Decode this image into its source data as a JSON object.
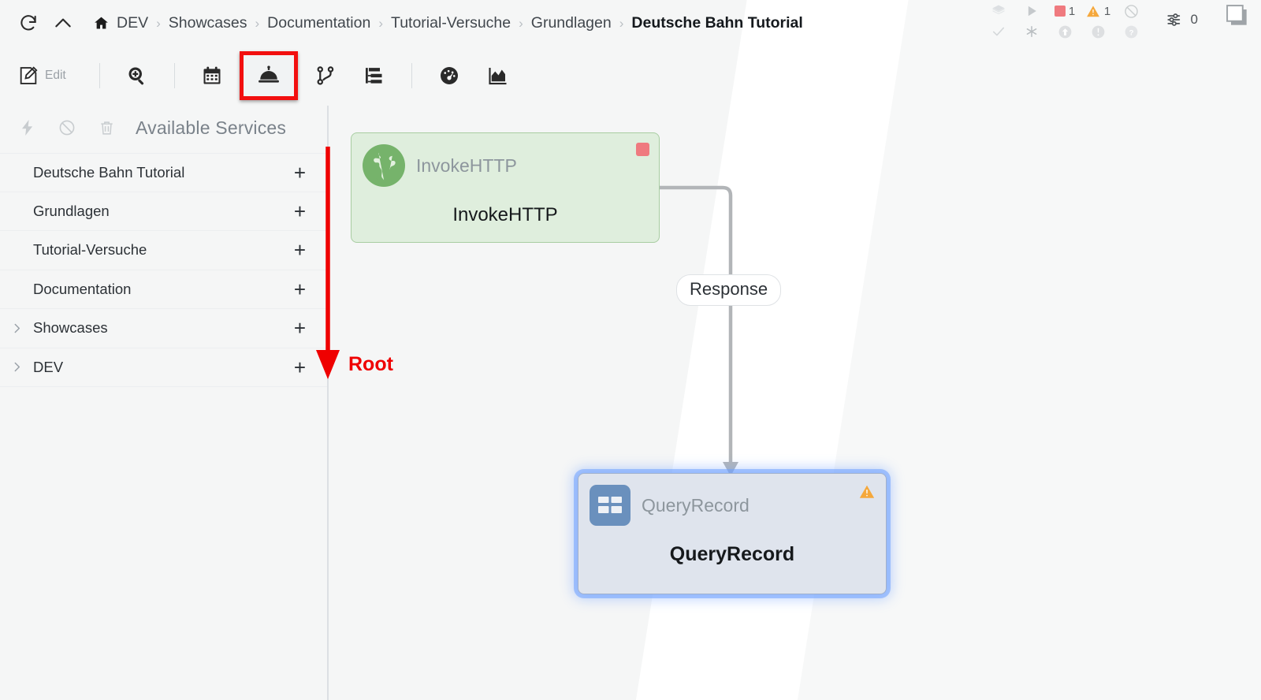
{
  "window": {
    "title": "Deutsche Bahn Tutorial"
  },
  "breadcrumb": {
    "home_icon": "home-icon",
    "refresh_icon": "refresh-icon",
    "collapse_icon": "chevron-up-icon",
    "separator": "›",
    "items": [
      {
        "label": "DEV",
        "current": false
      },
      {
        "label": "Showcases",
        "current": false
      },
      {
        "label": "Documentation",
        "current": false
      },
      {
        "label": "Tutorial-Versuche",
        "current": false
      },
      {
        "label": "Grundlagen",
        "current": false
      },
      {
        "label": "Deutsche Bahn Tutorial",
        "current": true
      }
    ]
  },
  "status_bar": {
    "row1": [
      {
        "name": "layers-icon",
        "icon": "layers",
        "count": ""
      },
      {
        "name": "play-icon",
        "icon": "play",
        "count": ""
      },
      {
        "name": "stopped-count",
        "icon": "red-square",
        "count": "1"
      },
      {
        "name": "warning-count",
        "icon": "warning-triangle",
        "count": "1"
      },
      {
        "name": "disabled-icon",
        "icon": "prohibited",
        "count": ""
      }
    ],
    "row2": [
      {
        "name": "check-icon",
        "icon": "check",
        "count": ""
      },
      {
        "name": "asterisk-icon",
        "icon": "asterisk",
        "count": ""
      },
      {
        "name": "uploaded-icon",
        "icon": "arrow-up-circle",
        "count": ""
      },
      {
        "name": "info-icon",
        "icon": "exclamation-circle",
        "count": ""
      },
      {
        "name": "help-icon",
        "icon": "question-circle",
        "count": ""
      }
    ],
    "settings_count": "0",
    "settings_icon": "sliders-icon",
    "copy_icon": "copy-squares-icon"
  },
  "toolbar": {
    "edit_label": "Edit",
    "buttons": [
      {
        "name": "edit-button",
        "icon": "pencil-document-icon",
        "label": "Edit",
        "active": false
      },
      {
        "name": "zoom-in-button",
        "icon": "magnifier-plus-icon",
        "label": "",
        "active": false
      },
      {
        "name": "calendar-button",
        "icon": "calendar-icon",
        "label": "",
        "active": false
      },
      {
        "name": "services-button",
        "icon": "service-bell-icon",
        "label": "",
        "active": true
      },
      {
        "name": "version-control-button",
        "icon": "git-branch-icon",
        "label": "",
        "active": false
      },
      {
        "name": "hierarchy-button",
        "icon": "hierarchy-list-icon",
        "label": "",
        "active": false
      },
      {
        "name": "gauge-button",
        "icon": "gauge-icon",
        "label": "",
        "active": false
      },
      {
        "name": "chart-button",
        "icon": "area-chart-icon",
        "label": "",
        "active": false
      }
    ]
  },
  "sidebar": {
    "title": "Available Services",
    "header_icons": [
      {
        "name": "enable-all-icon",
        "icon": "lightning-bolt"
      },
      {
        "name": "disable-all-icon",
        "icon": "prohibited"
      },
      {
        "name": "delete-icon",
        "icon": "trash-can"
      }
    ],
    "add_symbol": "+",
    "chevron_symbol": "›",
    "rows": [
      {
        "label": "Deutsche Bahn Tutorial",
        "expandable": false
      },
      {
        "label": "Grundlagen",
        "expandable": false
      },
      {
        "label": "Tutorial-Versuche",
        "expandable": false
      },
      {
        "label": "Documentation",
        "expandable": false
      },
      {
        "label": "Showcases",
        "expandable": true
      },
      {
        "label": "DEV",
        "expandable": true
      }
    ]
  },
  "canvas": {
    "nodes": [
      {
        "name": "invokehttp-node",
        "type_label": "InvokeHTTP",
        "title": "InvokeHTTP",
        "icon": "globe-icon",
        "status_badge": "stopped-square",
        "selected": false
      },
      {
        "name": "queryrecord-node",
        "type_label": "QueryRecord",
        "title": "QueryRecord",
        "icon": "table-grid-icon",
        "status_badge": "warning-triangle",
        "selected": true
      }
    ],
    "connection_label": "Response"
  },
  "annotation": {
    "root_label": "Root",
    "arrow_color": "#ef0000",
    "highlight_color": "#f20f0f"
  },
  "colors": {
    "invoke_node_bg": "#dfeedd",
    "invoke_node_border": "#a8cda2",
    "query_node_bg": "#dfe4ed",
    "query_node_border": "#9fb0cd",
    "selection_glow": "#6ea0ff",
    "stopped_red": "#ef7a7f",
    "warning_orange": "#f5a83c",
    "globe_green": "#76b36b",
    "table_blue": "#6a90bd",
    "annotation_red": "#ef0000"
  }
}
